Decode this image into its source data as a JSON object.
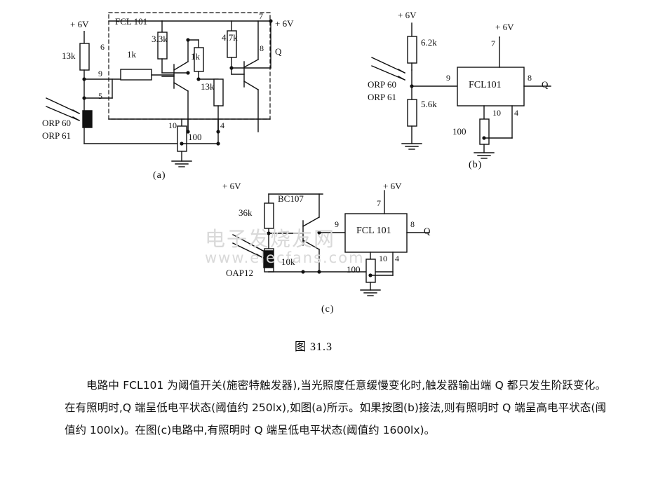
{
  "figure": {
    "caption": "图 31.3",
    "sub_a": "(a)",
    "sub_b": "(b)",
    "sub_c": "(c)"
  },
  "watermark": {
    "line1": "电子发烧友网",
    "line2": "www.elecfans.com"
  },
  "circuit_a": {
    "block_label": "FCL 101",
    "supply_left": "+ 6V",
    "supply_right": "+ 6V",
    "r_13k": "13k",
    "r_1k_left": "1k",
    "r_3k3": "3.3k",
    "r_4k7": "4.7k",
    "r_1k_mid": "1k",
    "r_13k_mid": "13k",
    "r_100": "100",
    "pin_6": "6",
    "pin_9": "9",
    "pin_5": "5",
    "pin_7": "7",
    "pin_8": "8",
    "pin_10": "10",
    "pin_4": "4",
    "out_q": "Q",
    "sensor_line1": "ORP 60",
    "sensor_line2": "ORP 61"
  },
  "circuit_b": {
    "supply_left": "+ 6V",
    "supply_right": "+ 6V",
    "r_6k2": "6.2k",
    "r_5k6": "5.6k",
    "r_100": "100",
    "block_label": "FCL101",
    "pin_9": "9",
    "pin_7": "7",
    "pin_8": "8",
    "pin_10": "10",
    "pin_4": "4",
    "out_q": "Q",
    "sensor_line1": "ORP 60",
    "sensor_line2": "ORP 61"
  },
  "circuit_c": {
    "supply_left": "+ 6V",
    "supply_right": "+ 6V",
    "r_36k": "36k",
    "transistor": "BC107",
    "r_10k": "10k",
    "r_100": "100",
    "block_label": "FCL 101",
    "pin_9": "9",
    "pin_7": "7",
    "pin_8": "8",
    "pin_10": "10",
    "pin_4": "4",
    "out_q": "Q",
    "sensor": "OAP12"
  },
  "description": {
    "paragraph": "电路中 FCL101 为阈值开关(施密特触发器),当光照度任意缓慢变化时,触发器输出端 Q 都只发生阶跃变化。在有照明时,Q 端呈低电平状态(阈值约 250lx),如图(a)所示。如果按图(b)接法,则有照明时 Q 端呈高电平状态(阈值约 100lx)。在图(c)电路中,有照明时 Q 端呈低电平状态(阈值约 1600lx)。"
  }
}
